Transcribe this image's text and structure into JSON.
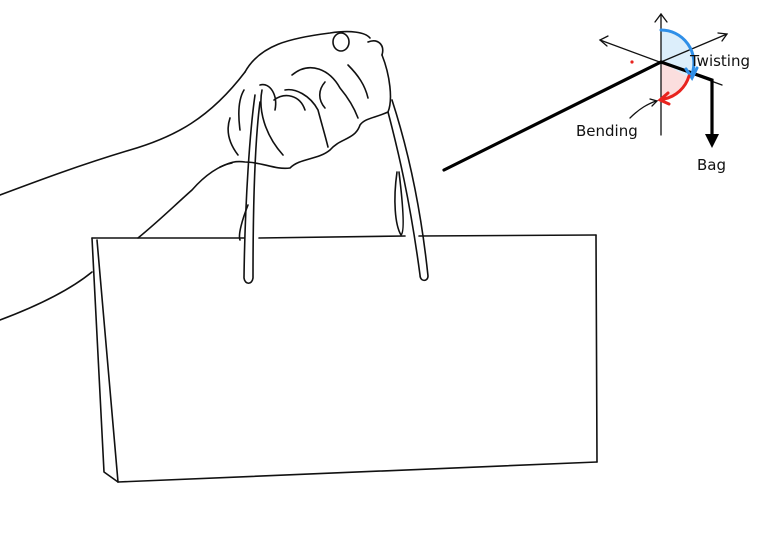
{
  "diagram": {
    "subject": "hand holding shopping bag by handles",
    "force_diagram": {
      "labels": {
        "twisting": "Twisting",
        "bending": "Bending",
        "bag": "Bag"
      },
      "colors": {
        "twisting_arc": "#2f8fe8",
        "twisting_fill": "#dceefb",
        "bending_arc": "#e8231e",
        "bending_fill": "#fbdede",
        "line": "#000000",
        "marker_dot": "#e8231e"
      }
    }
  }
}
